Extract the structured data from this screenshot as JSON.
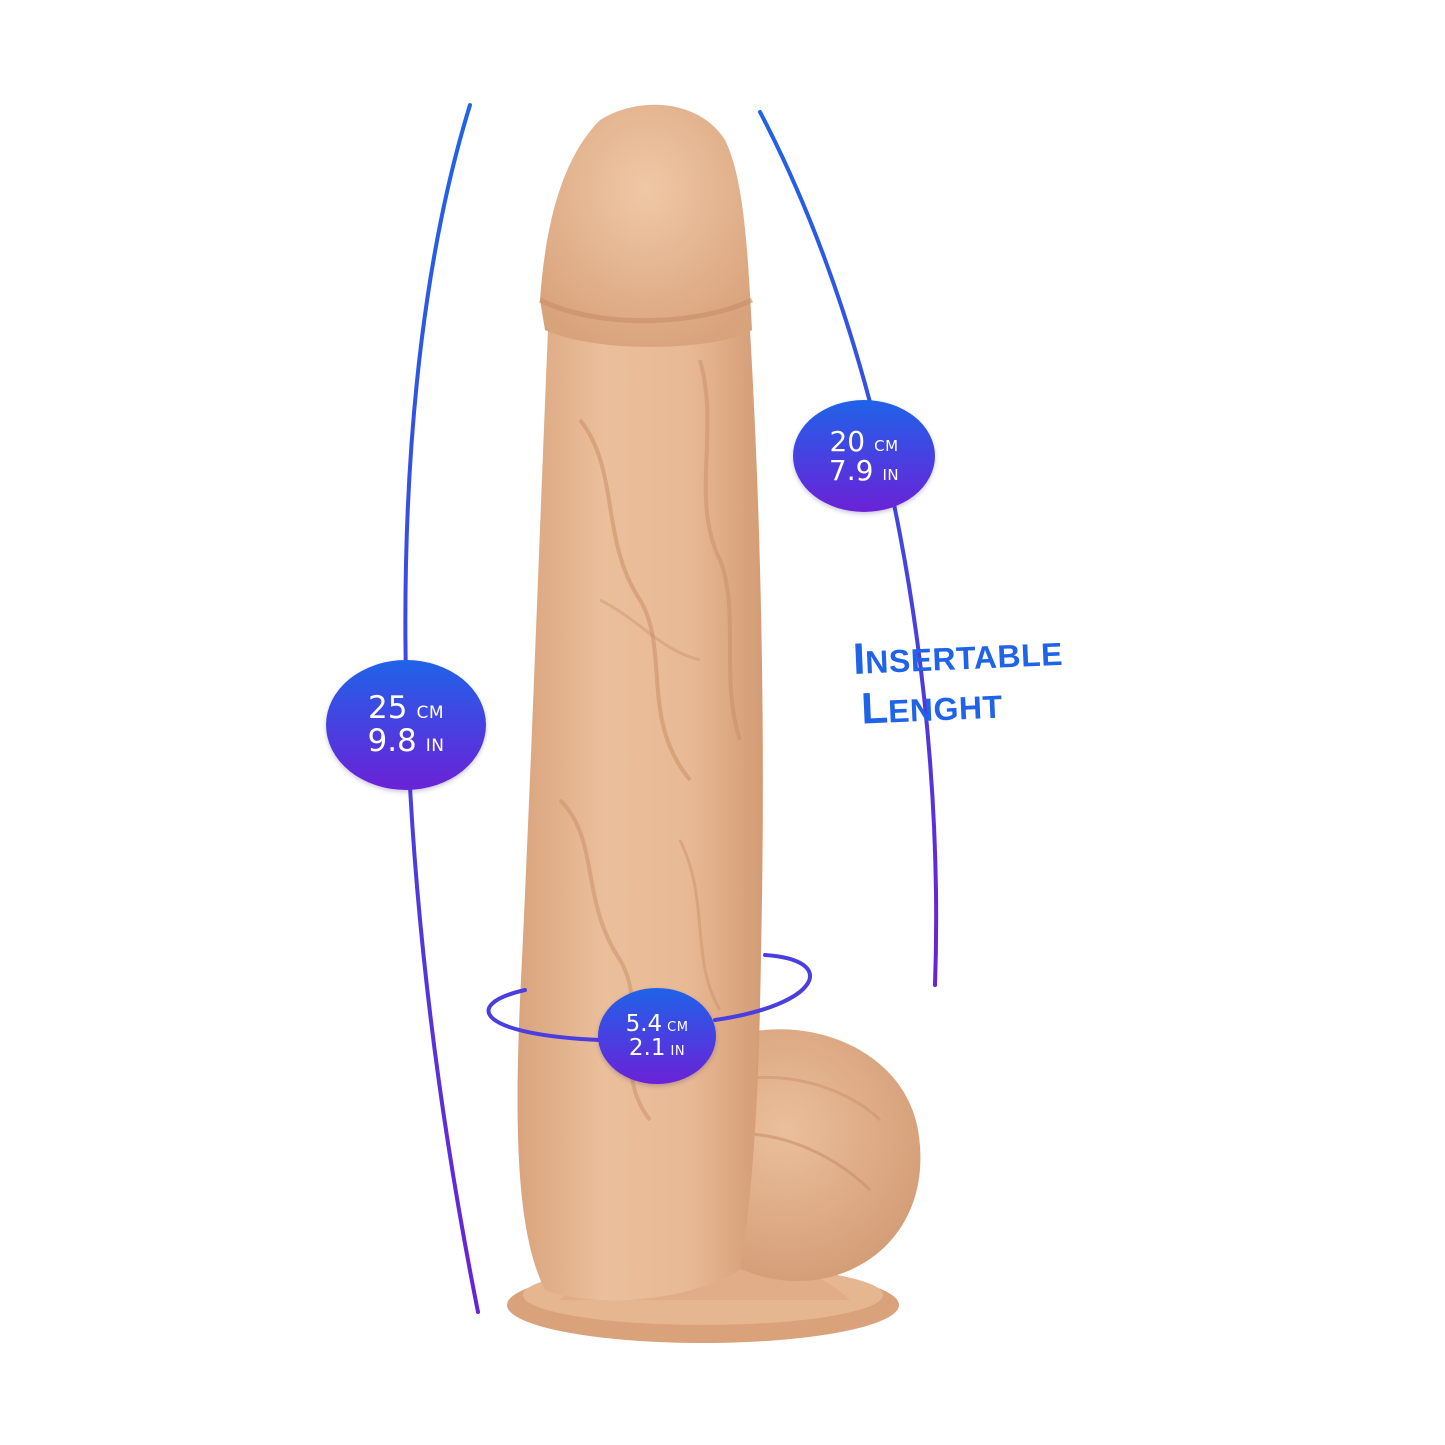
{
  "measurements": {
    "total_length": {
      "cm_value": "25",
      "cm_unit": "CM",
      "in_value": "9.8",
      "in_unit": "IN"
    },
    "insertable_length": {
      "cm_value": "20",
      "cm_unit": "CM",
      "in_value": "7.9",
      "in_unit": "IN"
    },
    "diameter": {
      "cm_value": "5.4",
      "cm_unit": "CM",
      "in_value": "2.1",
      "in_unit": "IN"
    }
  },
  "insertable_label": {
    "line1_cap": "I",
    "line1_rest": "NSERTABLE",
    "line2_cap": "L",
    "line2_rest": "ENGHT"
  },
  "colors": {
    "accent_blue": "#1f63e8",
    "accent_purple": "#6a22d6",
    "product_skin": "#e8b994",
    "background": "#ffffff"
  },
  "icons": {
    "product": "product-photo",
    "ring": "girth-ring-icon"
  }
}
